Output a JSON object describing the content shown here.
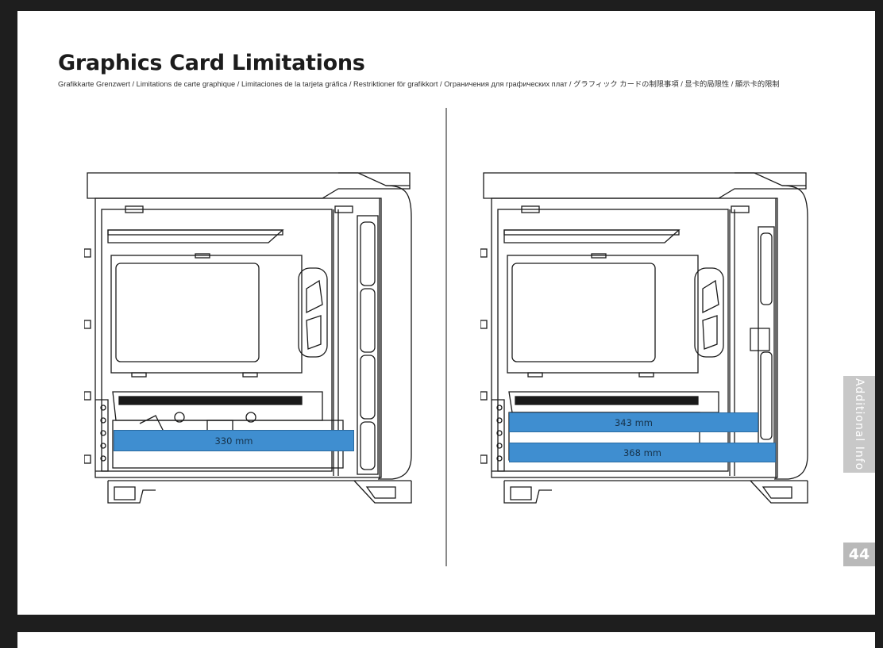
{
  "page": {
    "title": "Graphics Card Limitations",
    "subtitle": "Grafikkarte Grenzwert / Limitations de carte graphique / Limitaciones de la tarjeta gráfica / Restriktioner för grafikkort / Ограничения для графических плат / グラフィック カードの制限事項 / 显卡的局限性 / 顯示卡的限制",
    "side_tab_label": "Additional Info",
    "page_number": "44"
  },
  "diagrams": {
    "left": {
      "measurement": "330 mm"
    },
    "right": {
      "measurement_upper": "343 mm",
      "measurement_lower": "368 mm"
    }
  },
  "colors": {
    "band_fill": "#3f8ed0",
    "line_art": "#1a1a1a",
    "tab_gray": "#c8c8c8"
  }
}
